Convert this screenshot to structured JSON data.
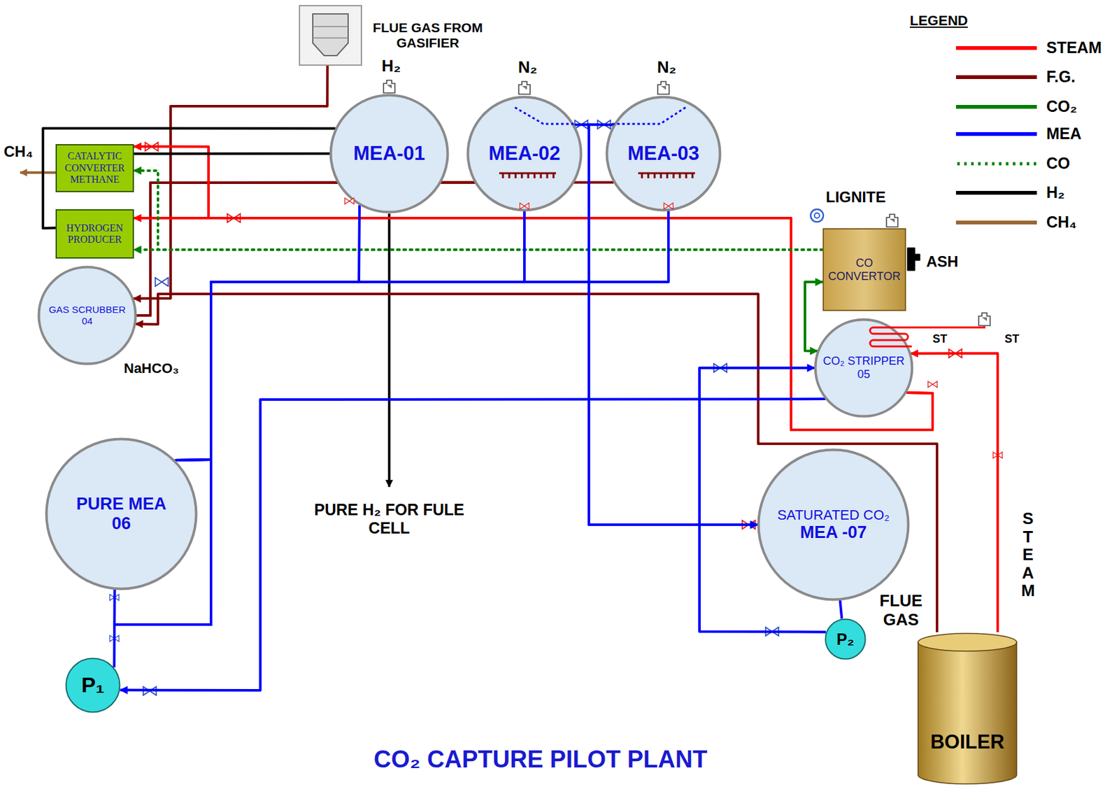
{
  "diagram": {
    "title": "CO₂ CAPTURE PILOT PLANT",
    "nodes": [
      {
        "text": [
          "FLUE GAS FROM GASIFIER"
        ]
      },
      {
        "text": [
          "MEA-01"
        ]
      },
      {
        "text": [
          "MEA-02"
        ]
      },
      {
        "text": [
          "MEA-03"
        ]
      },
      {
        "text": [
          "CATALYTIC CONVERTER METHANE"
        ]
      },
      {
        "text": [
          "HYDROGEN PRODUCER"
        ]
      },
      {
        "text": [
          "CO CONVERTOR"
        ]
      },
      {
        "text": [
          "GAS SCRUBBER 04"
        ]
      },
      {
        "text": [
          "CO₂ STRIPPER 05"
        ]
      },
      {
        "text": [
          "PURE MEA 06"
        ]
      },
      {
        "text": [
          "SATURATED CO₂",
          "MEA -07"
        ]
      },
      {
        "text": [
          "P₁"
        ]
      },
      {
        "text": [
          "P₂"
        ]
      },
      {
        "text": [
          "BOILER"
        ]
      }
    ],
    "edges": [
      {
        "from": 0,
        "to": 7,
        "arrow": "to"
      },
      {
        "from": 13,
        "to": 7,
        "arrow": "to"
      },
      {
        "from": 7,
        "to": 2,
        "arrow": "none"
      },
      {
        "from": 7,
        "to": 3,
        "arrow": "none"
      },
      {
        "from": 13,
        "to": 8,
        "arrow": "to"
      },
      {
        "from": 8,
        "to": 5,
        "arrow": "to"
      },
      {
        "from": 8,
        "to": 4,
        "arrow": "to"
      },
      {
        "from": 8,
        "to": 6,
        "arrow": "both"
      },
      {
        "from": 6,
        "to": 5,
        "arrow": "to"
      },
      {
        "from": 6,
        "to": 4,
        "arrow": "to"
      },
      {
        "from": 5,
        "to": 1,
        "arrow": "none"
      },
      {
        "from": 4,
        "to": 1,
        "arrow": "none"
      },
      {
        "from": 1,
        "to": 9,
        "arrow": "none"
      },
      {
        "from": 2,
        "to": 9,
        "arrow": "none"
      },
      {
        "from": 3,
        "to": 9,
        "arrow": "none"
      },
      {
        "from": 9,
        "to": 11,
        "arrow": "none"
      },
      {
        "from": 8,
        "to": 11,
        "arrow": "to"
      },
      {
        "from": 10,
        "to": 12,
        "arrow": "none"
      },
      {
        "from": 12,
        "to": 8,
        "arrow": "to"
      },
      {
        "from": 2,
        "to": 10,
        "arrow": "to"
      },
      {
        "from": 3,
        "to": 10,
        "arrow": "to"
      }
    ],
    "labels": [
      "LEGEND",
      "H₂",
      "N₂",
      "N₂",
      "CH₄",
      "LIGNITE",
      "ASH",
      "NaHCO₃",
      "ST",
      "ST",
      "PURE H₂ FOR FULE CELL",
      "FLUE GAS",
      "STEAM"
    ],
    "legend": [
      {
        "text": "STEAM",
        "color": "#ff0000"
      },
      {
        "text": "F.G.",
        "color": "#800000"
      },
      {
        "text": "CO₂",
        "color": "#008000"
      },
      {
        "text": "MEA",
        "color": "#0000ff"
      },
      {
        "text": "CO"
      },
      {
        "text": "H₂",
        "color": "#000000"
      },
      {
        "text": "CH₄",
        "color": "#996633"
      }
    ]
  }
}
